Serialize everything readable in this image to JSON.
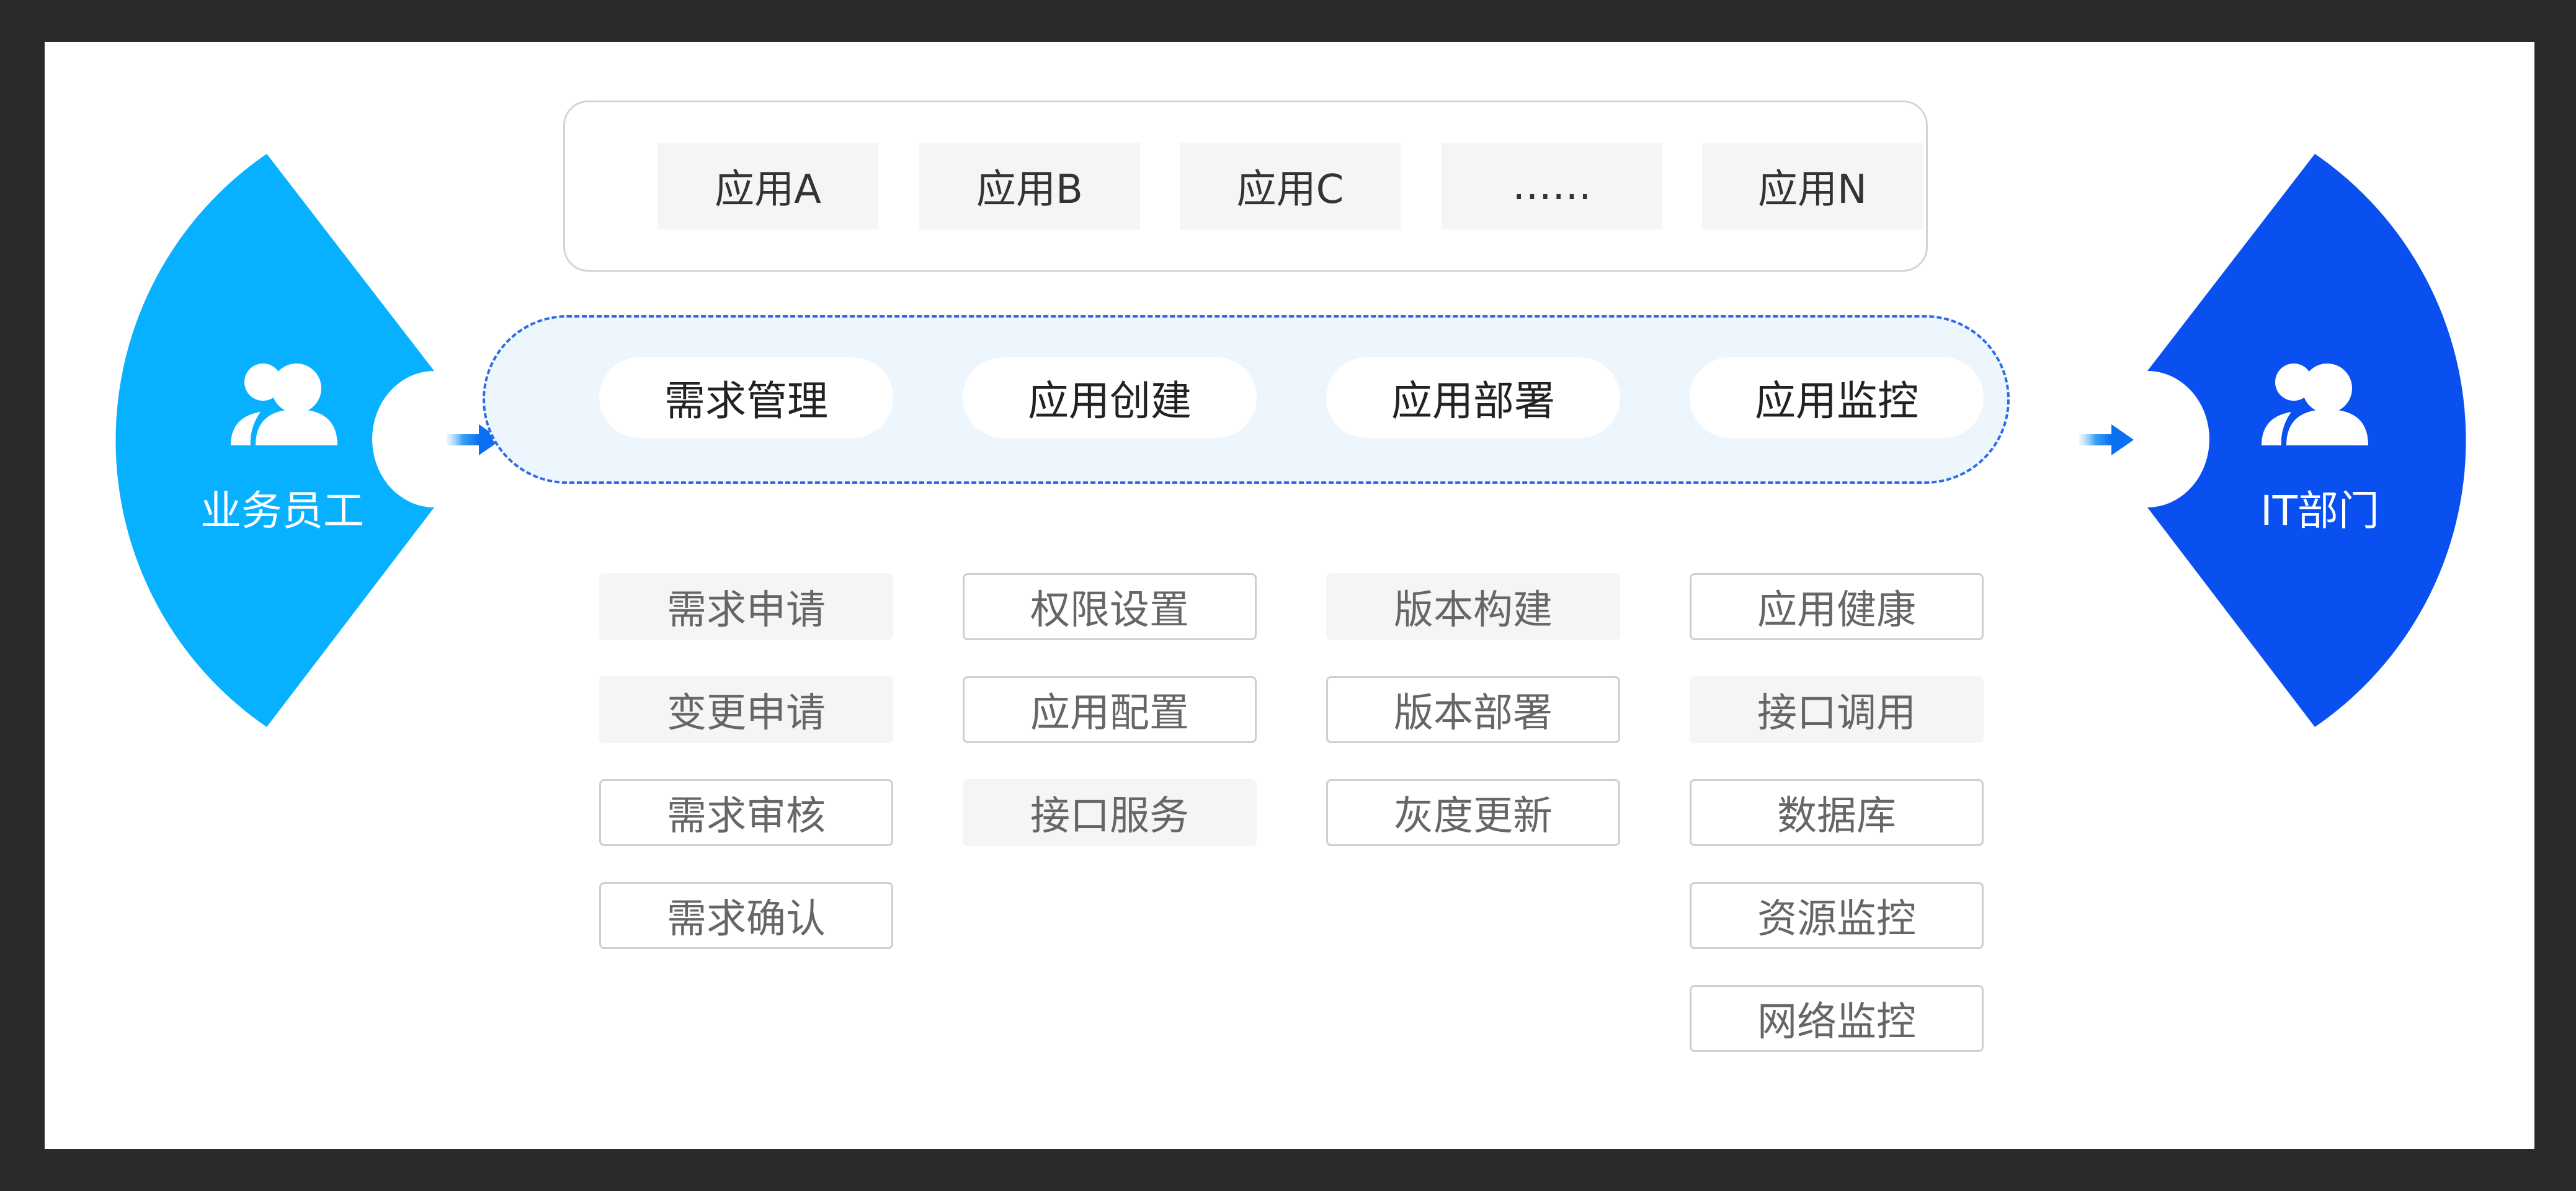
{
  "actors": {
    "left": {
      "label": "业务员工",
      "color": "#08b1ff",
      "icon": "users-icon"
    },
    "right": {
      "label": "IT部门",
      "color": "#0a50f0",
      "icon": "users-icon"
    }
  },
  "apps": [
    "应用A",
    "应用B",
    "应用C",
    "……",
    "应用N"
  ],
  "stages": [
    {
      "label": "需求管理",
      "items": [
        {
          "label": "需求申请",
          "style": "filled"
        },
        {
          "label": "变更申请",
          "style": "filled"
        },
        {
          "label": "需求审核",
          "style": "outlined"
        },
        {
          "label": "需求确认",
          "style": "outlined"
        }
      ]
    },
    {
      "label": "应用创建",
      "items": [
        {
          "label": "权限设置",
          "style": "outlined"
        },
        {
          "label": "应用配置",
          "style": "outlined"
        },
        {
          "label": "接口服务",
          "style": "filled"
        }
      ]
    },
    {
      "label": "应用部署",
      "items": [
        {
          "label": "版本构建",
          "style": "filled"
        },
        {
          "label": "版本部署",
          "style": "outlined"
        },
        {
          "label": "灰度更新",
          "style": "outlined"
        }
      ]
    },
    {
      "label": "应用监控",
      "items": [
        {
          "label": "应用健康",
          "style": "outlined"
        },
        {
          "label": "接口调用",
          "style": "filled"
        },
        {
          "label": "数据库",
          "style": "outlined"
        },
        {
          "label": "资源监控",
          "style": "outlined"
        },
        {
          "label": "网络监控",
          "style": "outlined"
        }
      ]
    }
  ],
  "colors": {
    "arrow": "#1a8cf0",
    "band_border": "#2e6be6",
    "band_fill": "#eef6fd"
  }
}
